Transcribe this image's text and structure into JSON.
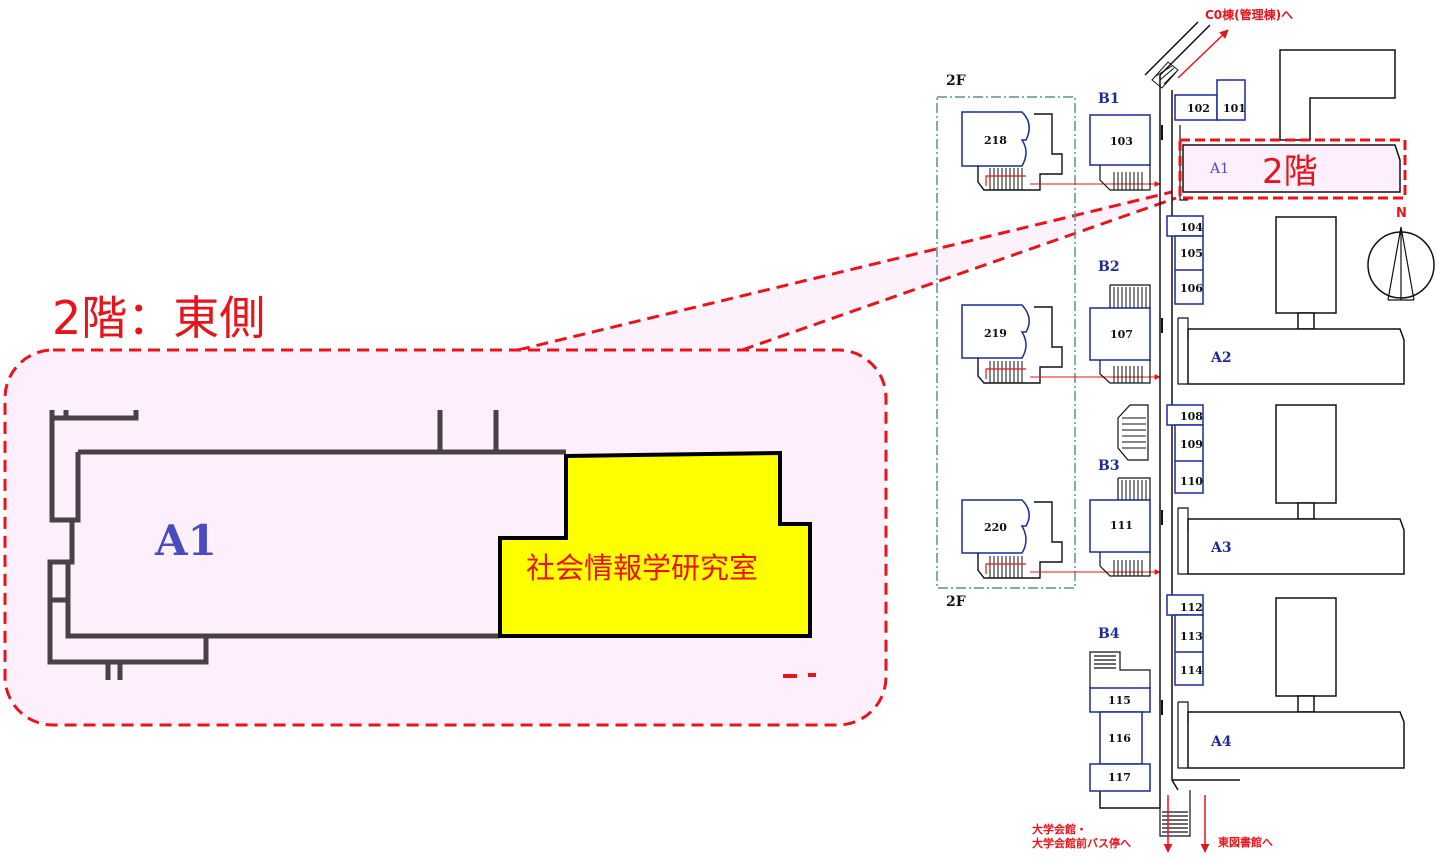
{
  "inset": {
    "title": "2階：東側",
    "building_label": "A1",
    "room_label": "社会情報学研究室"
  },
  "highlight": {
    "floor_label": "2階",
    "building": "A1"
  },
  "compass": {
    "north_label": "N"
  },
  "floor_labels": {
    "top": "2F",
    "bottom": "2F"
  },
  "blocks": {
    "b1": "B1",
    "b2": "B2",
    "b3": "B3",
    "b4": "B4",
    "a2": "A2",
    "a3": "A3",
    "a4": "A4"
  },
  "rooms": {
    "r101": "101",
    "r102": "102",
    "r103": "103",
    "r104": "104",
    "r105": "105",
    "r106": "106",
    "r107": "107",
    "r108": "108",
    "r109": "109",
    "r110": "110",
    "r111": "111",
    "r112": "112",
    "r113": "113",
    "r114": "114",
    "r115": "115",
    "r116": "116",
    "r117": "117",
    "r218": "218",
    "r219": "219",
    "r220": "220"
  },
  "directions": {
    "c0": "C0棟(管理棟)へ",
    "bus_line1": "大学会館・",
    "bus_line2": "大学会館前バス停へ",
    "library": "東図書館へ"
  },
  "colors": {
    "highlight_red": "#e8141c",
    "room_yellow": "#ffff00",
    "inset_bg": "#fdeffc",
    "building_outline": "#1c2a9a",
    "wall": "#4a4046"
  }
}
